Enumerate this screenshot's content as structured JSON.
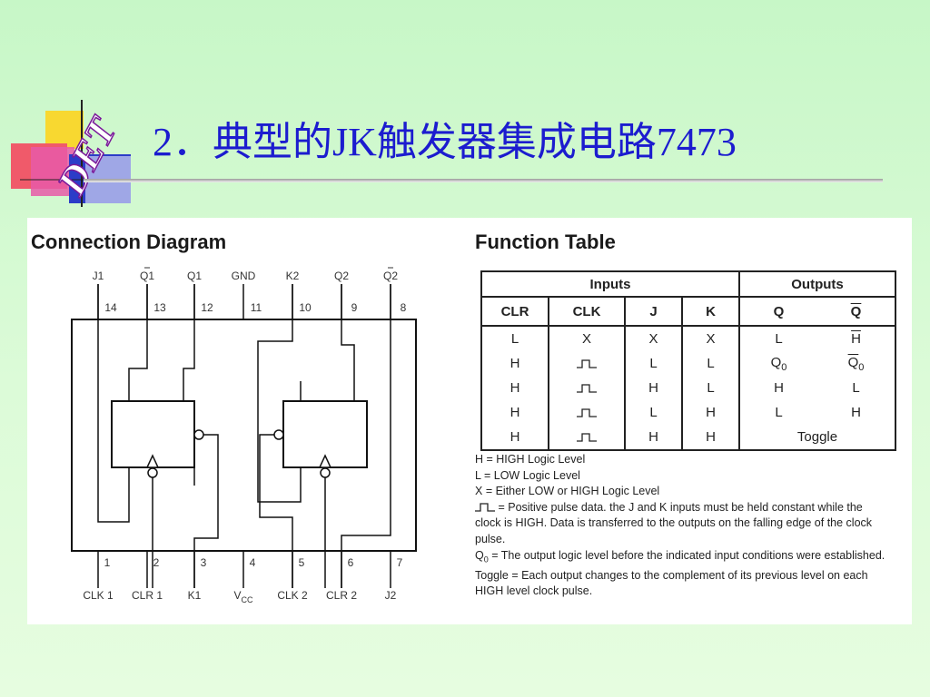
{
  "slide": {
    "logo_text": "DET",
    "title": "2．典型的JK触发器集成电路7473"
  },
  "connection_diagram": {
    "heading": "Connection Diagram",
    "top_pins": [
      {
        "num": "14",
        "label": "J1",
        "overbar": false
      },
      {
        "num": "13",
        "label": "Q1",
        "overbar": true
      },
      {
        "num": "12",
        "label": "Q1",
        "overbar": false
      },
      {
        "num": "11",
        "label": "GND",
        "overbar": false
      },
      {
        "num": "10",
        "label": "K2",
        "overbar": false
      },
      {
        "num": "9",
        "label": "Q2",
        "overbar": false
      },
      {
        "num": "8",
        "label": "Q2",
        "overbar": true
      }
    ],
    "bottom_pins": [
      {
        "num": "1",
        "label": "CLK 1"
      },
      {
        "num": "2",
        "label": "CLR 1"
      },
      {
        "num": "3",
        "label": "K1"
      },
      {
        "num": "4",
        "label": "V",
        "sub": "CC"
      },
      {
        "num": "5",
        "label": "CLK 2"
      },
      {
        "num": "6",
        "label": "CLR 2"
      },
      {
        "num": "7",
        "label": "J2"
      }
    ]
  },
  "function_table": {
    "heading": "Function Table",
    "group_headers": [
      "Inputs",
      "Outputs"
    ],
    "columns": [
      "CLR",
      "CLK",
      "J",
      "K",
      "Q",
      "Q"
    ],
    "rows": [
      [
        "L",
        "X",
        "X",
        "X",
        "L",
        "H"
      ],
      [
        "H",
        "pulse",
        "L",
        "L",
        "Q0",
        "Q0"
      ],
      [
        "H",
        "pulse",
        "H",
        "L",
        "H",
        "L"
      ],
      [
        "H",
        "pulse",
        "L",
        "H",
        "L",
        "H"
      ],
      [
        "H",
        "pulse",
        "H",
        "H",
        "Toggle",
        ""
      ]
    ],
    "legend": [
      {
        "key": "H",
        "text": "= HIGH Logic Level"
      },
      {
        "key": "L",
        "text": "= LOW Logic Level"
      },
      {
        "key": "X",
        "text": "= Either LOW or HIGH Logic Level"
      },
      {
        "key": "pulse",
        "text": "= Positive pulse data. the J and K inputs must be held constant while the clock is HIGH. Data is transferred to the outputs on the falling edge of the clock pulse."
      },
      {
        "key": "Q0",
        "text": "= The output logic level before the indicated input conditions were established."
      },
      {
        "key": "Toggle",
        "text": "= Each output changes to the complement of its previous level on each HIGH level clock pulse."
      }
    ]
  }
}
